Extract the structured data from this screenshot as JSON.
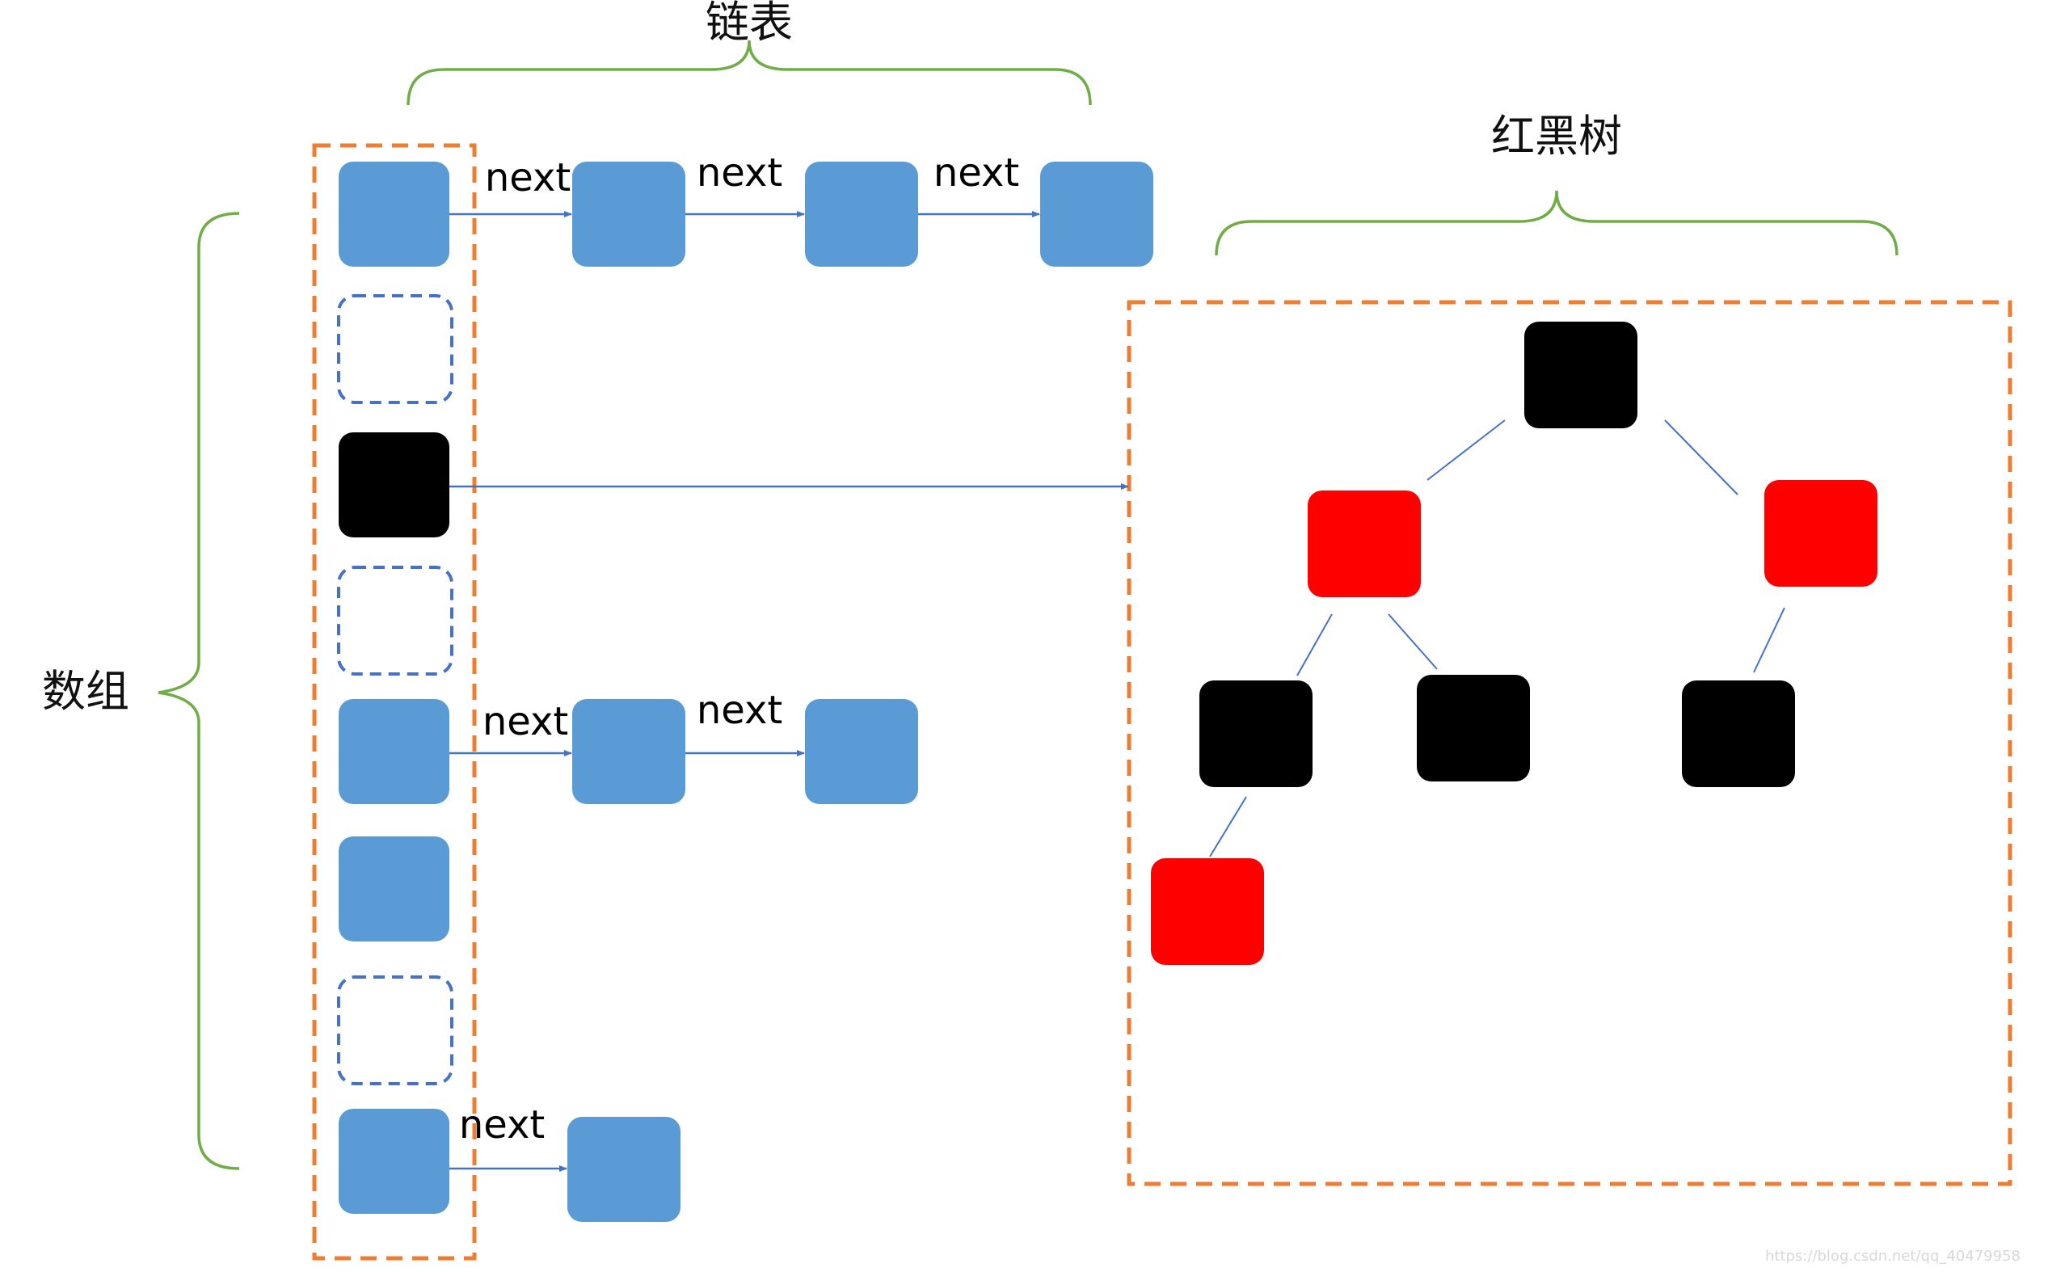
{
  "labels": {
    "linked_list": "链表",
    "red_black_tree": "红黑树",
    "array": "数组",
    "next": "next",
    "watermark": "https://blog.csdn.net/qq_40479958"
  },
  "colors": {
    "node_blue": "#5b9bd5",
    "node_black": "#000000",
    "node_red": "#ff0000",
    "brace_green": "#70ad47",
    "frame_orange": "#ed7d31",
    "arrow_blue": "#4472c4",
    "empty_slot_border": "#4472c4"
  },
  "array_slots": [
    {
      "index": 0,
      "kind": "node",
      "color": "blue"
    },
    {
      "index": 1,
      "kind": "empty"
    },
    {
      "index": 2,
      "kind": "node",
      "color": "black"
    },
    {
      "index": 3,
      "kind": "empty"
    },
    {
      "index": 4,
      "kind": "node",
      "color": "blue"
    },
    {
      "index": 5,
      "kind": "node",
      "color": "blue"
    },
    {
      "index": 6,
      "kind": "empty"
    },
    {
      "index": 7,
      "kind": "node",
      "color": "blue"
    }
  ],
  "chains": [
    {
      "from_slot": 0,
      "nodes": 3
    },
    {
      "from_slot": 4,
      "nodes": 2
    },
    {
      "from_slot": 7,
      "nodes": 1
    }
  ],
  "tree": {
    "root": {
      "color": "black",
      "left": {
        "color": "red",
        "left": {
          "color": "black",
          "left": {
            "color": "red"
          }
        },
        "right": {
          "color": "black"
        }
      },
      "right": {
        "color": "red",
        "left": {
          "color": "black"
        }
      }
    }
  }
}
